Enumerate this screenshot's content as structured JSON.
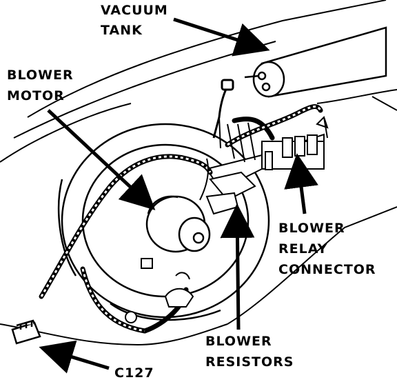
{
  "labels": {
    "vacuum_tank_1": "VACUUM",
    "vacuum_tank_2": "TANK",
    "blower_motor_1": "BLOWER",
    "blower_motor_2": "MOTOR",
    "relay_connector_1": "BLOWER",
    "relay_connector_2": "RELAY",
    "relay_connector_3": "CONNECTOR",
    "resistors_1": "BLOWER",
    "resistors_2": "RESISTORS",
    "c127": "C127"
  },
  "colors": {
    "ink": "#000000",
    "paper": "#ffffff"
  }
}
